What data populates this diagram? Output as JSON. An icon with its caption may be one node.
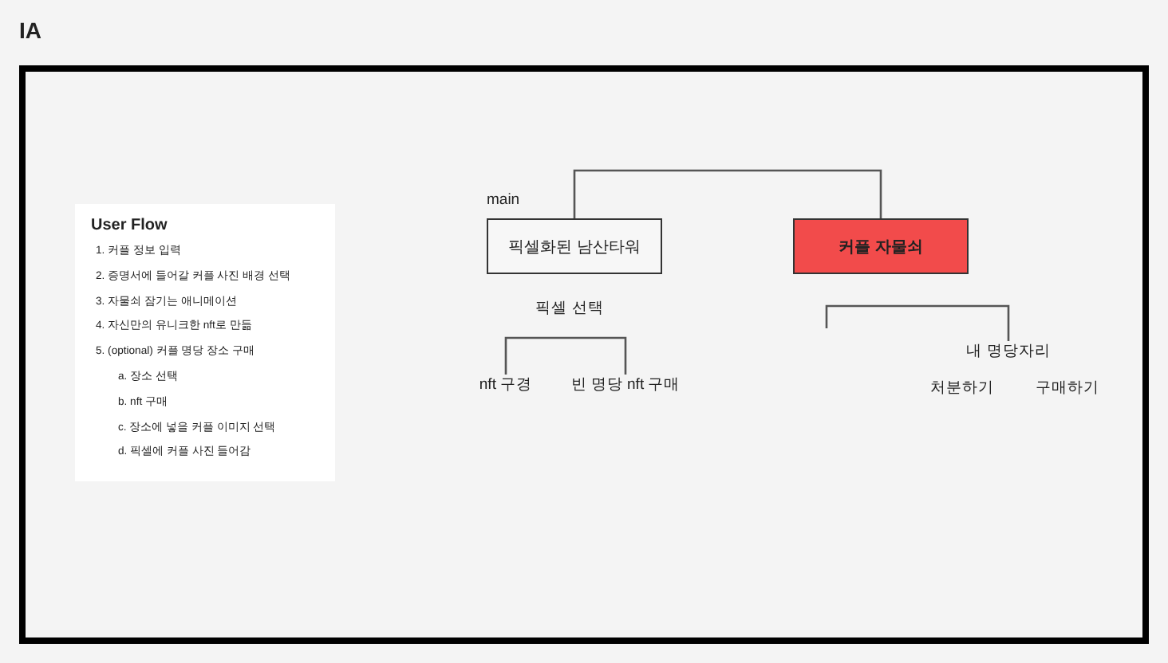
{
  "diagram": {
    "title": "IA",
    "nodes": [
      {
        "text": [
          "User Flow",
          "1.  커플 정보 입력",
          "2.  증명서에 들어갈 커플 사진 배경 선택",
          "3.  자물쇠 잠기는 애니메이션",
          "4.  자신만의 유니크한 nft로 만듦",
          "5.  (optional) 커플 명당 장소 구매",
          "a.  장소 선택",
          "b.  nft 구매",
          "c.  장소에 넣을 커플 이미지 선택",
          "d.  픽셀에 커플 사진 들어감"
        ]
      },
      {
        "text": [
          "픽셀화된 남산타워"
        ],
        "beside": [
          "main"
        ]
      },
      {
        "text": [
          "커플 자물쇠"
        ]
      },
      {
        "text": [
          "nft 구경"
        ]
      },
      {
        "text": [
          "빈 명당 nft 구매"
        ]
      },
      {
        "text": [
          "내 명당자리"
        ]
      }
    ],
    "edges": [
      {
        "from": 1,
        "to": 2,
        "arrow": "none"
      },
      {
        "from": 3,
        "to": 4,
        "arrow": "none"
      },
      {
        "from": null,
        "to": 5,
        "arrow": "none"
      }
    ],
    "labels": [
      "픽셀 선택",
      "처분하기",
      "구매하기"
    ]
  }
}
